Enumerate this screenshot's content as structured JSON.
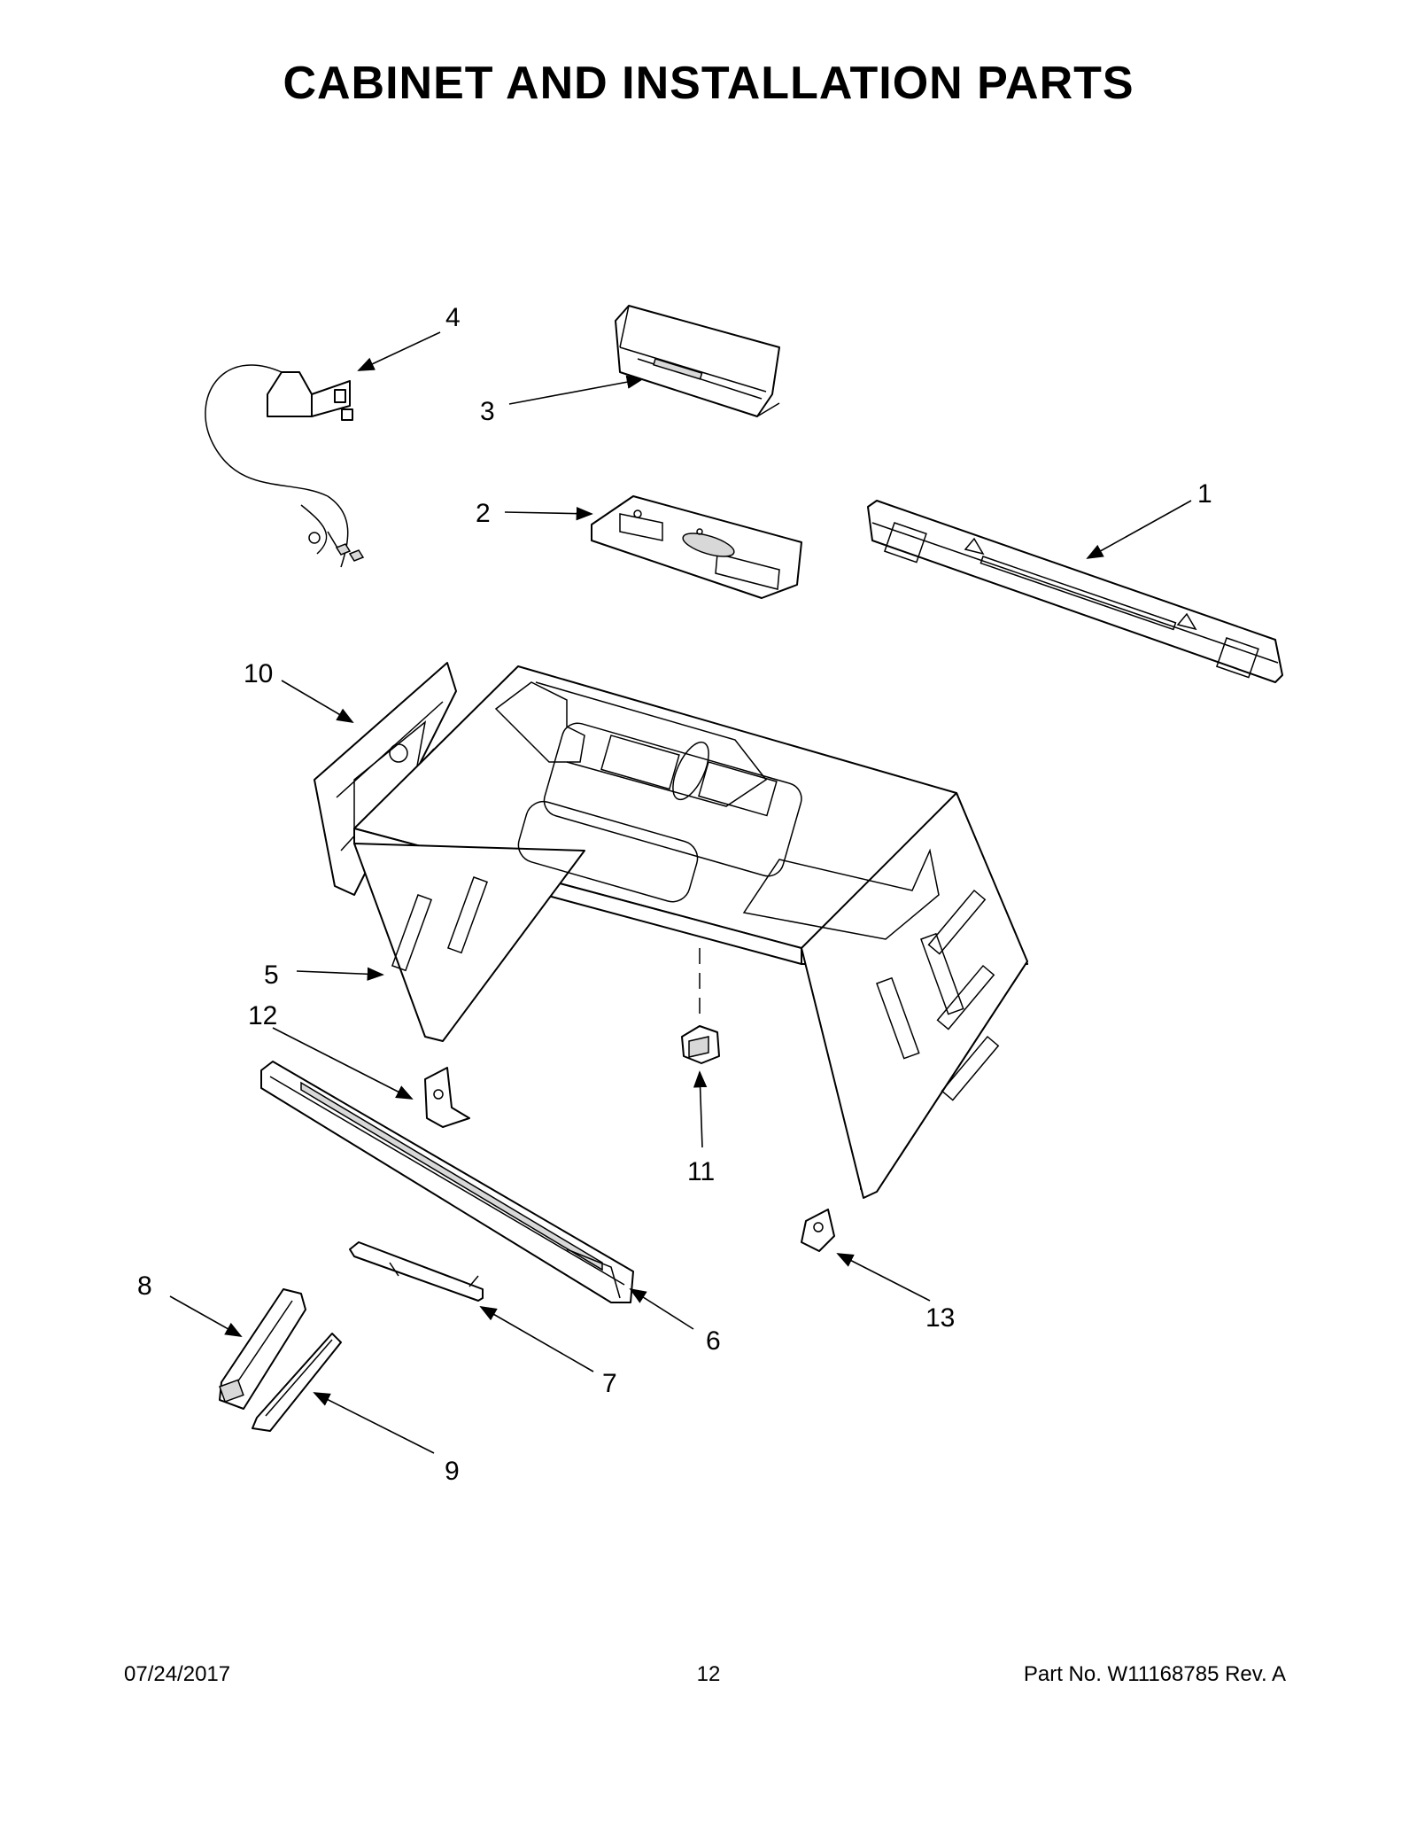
{
  "title": "CABINET AND INSTALLATION PARTS",
  "callouts": [
    "1",
    "2",
    "3",
    "4",
    "5",
    "6",
    "7",
    "8",
    "9",
    "10",
    "11",
    "12",
    "13"
  ],
  "footer": {
    "date": "07/24/2017",
    "page": "12",
    "part_number": "Part No.  W11168785  Rev.  A"
  }
}
